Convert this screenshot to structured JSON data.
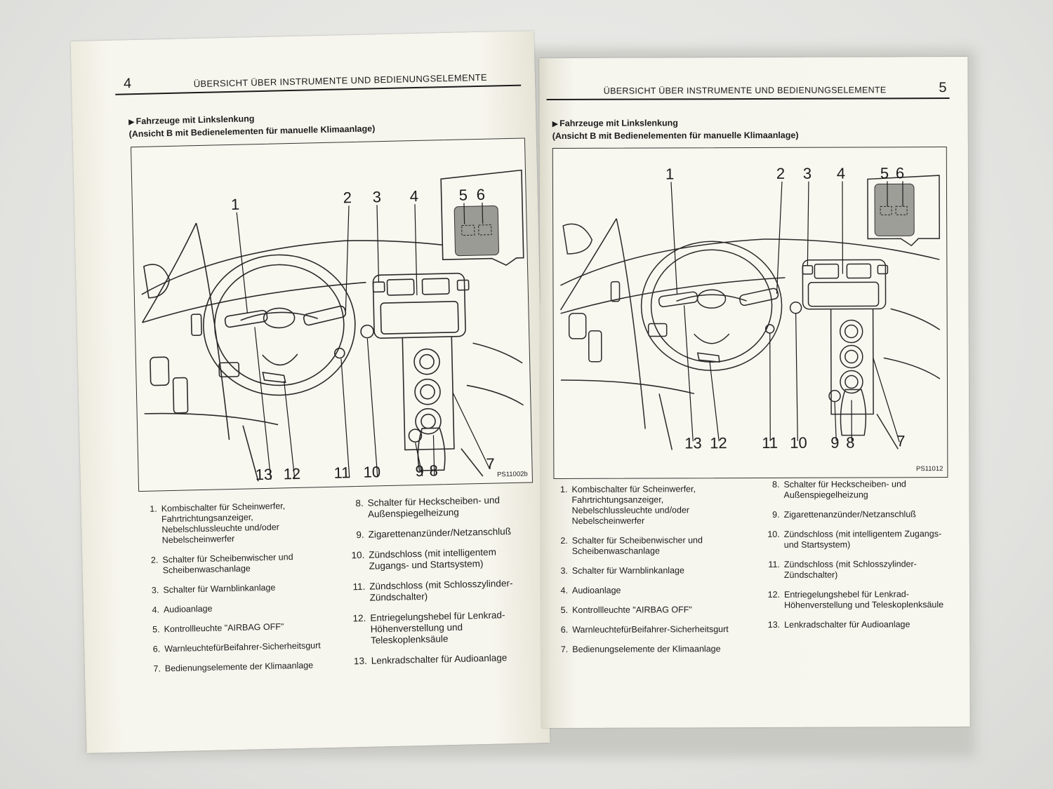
{
  "left_page": {
    "page_number": "4",
    "header_title": "ÜBERSICHT ÜBER INSTRUMENTE UND BEDIENUNGSELEMENTE",
    "subheading_line1": "Fahrzeuge mit Linkslenkung",
    "subheading_line2": "(Ansicht B mit Bedienelementen für manuelle Klimaanlage)",
    "figure_code": "PS11002b",
    "callouts": {
      "c1": "1",
      "c2": "2",
      "c3": "3",
      "c4": "4",
      "c5": "5",
      "c6": "6",
      "c7": "7",
      "c8": "8",
      "c9": "9",
      "c10": "10",
      "c11": "11",
      "c12": "12",
      "c13": "13"
    },
    "col_a": [
      {
        "num": "1.",
        "text": "Kombischalter für Scheinwerfer, Fahrtrichtungsanzeiger, Nebelschlussleuchte und/oder Nebelscheinwerfer"
      },
      {
        "num": "2.",
        "text": "Schalter für Scheibenwischer und Scheibenwaschanlage"
      },
      {
        "num": "3.",
        "text": "Schalter für Warnblinkanlage"
      },
      {
        "num": "4.",
        "text": "Audioanlage"
      },
      {
        "num": "5.",
        "text": "Kontrollleuchte \"AIRBAG OFF\""
      },
      {
        "num": "6.",
        "text": "WarnleuchtefürBeifahrer-Sicherheitsgurt"
      },
      {
        "num": "7.",
        "text": "Bedienungselemente der Klimaanlage"
      }
    ],
    "col_b": [
      {
        "num": "8.",
        "text": "Schalter für Heckscheiben- und Außenspiegelheizung"
      },
      {
        "num": "9.",
        "text": "Zigarettenanzünder/Netzanschluß"
      },
      {
        "num": "10.",
        "text": "Zündschloss (mit intelligentem Zugangs- und Startsystem)"
      },
      {
        "num": "11.",
        "text": "Zündschloss (mit Schlosszylinder-Zündschalter)"
      },
      {
        "num": "12.",
        "text": "Entriegelungshebel für Lenkrad-Höhenverstellung und Teleskoplenksäule"
      },
      {
        "num": "13.",
        "text": "Lenkradschalter für Audioanlage"
      }
    ]
  },
  "right_page": {
    "page_number": "5",
    "header_title": "ÜBERSICHT ÜBER INSTRUMENTE UND BEDIENUNGSELEMENTE",
    "subheading_line1": "Fahrzeuge mit Linkslenkung",
    "subheading_line2": "(Ansicht B mit Bedienelementen für manuelle Klimaanlage)",
    "figure_code": "PS11012",
    "callouts": {
      "c1": "1",
      "c2": "2",
      "c3": "3",
      "c4": "4",
      "c5": "5",
      "c6": "6",
      "c7": "7",
      "c8": "8",
      "c9": "9",
      "c10": "10",
      "c11": "11",
      "c12": "12",
      "c13": "13"
    },
    "col_a": [
      {
        "num": "1.",
        "text": "Kombischalter für Scheinwerfer, Fahrtrichtungsanzeiger, Nebelschlussleuchte und/oder Nebelscheinwerfer"
      },
      {
        "num": "2.",
        "text": "Schalter für Scheibenwischer und Scheibenwaschanlage"
      },
      {
        "num": "3.",
        "text": "Schalter für Warnblinkanlage"
      },
      {
        "num": "4.",
        "text": "Audioanlage"
      },
      {
        "num": "5.",
        "text": "Kontrollleuchte \"AIRBAG OFF\""
      },
      {
        "num": "6.",
        "text": "WarnleuchtefürBeifahrer-Sicherheitsgurt"
      },
      {
        "num": "7.",
        "text": "Bedienungselemente der Klimaanlage"
      }
    ],
    "col_b": [
      {
        "num": "8.",
        "text": "Schalter für Heckscheiben- und Außenspiegelheizung"
      },
      {
        "num": "9.",
        "text": "Zigarettenanzünder/Netzanschluß"
      },
      {
        "num": "10.",
        "text": "Zündschloss (mit intelligentem Zugangs- und Startsystem)"
      },
      {
        "num": "11.",
        "text": "Zündschloss (mit Schlosszylinder-Zündschalter)"
      },
      {
        "num": "12.",
        "text": "Entriegelungshebel für Lenkrad-Höhenverstellung und Teleskoplenksäule"
      },
      {
        "num": "13.",
        "text": "Lenkradschalter für Audioanlage"
      }
    ]
  },
  "colors": {
    "paper": "#f6f5ec",
    "ink": "#1b1b1b",
    "background": "#e4e4e1"
  }
}
